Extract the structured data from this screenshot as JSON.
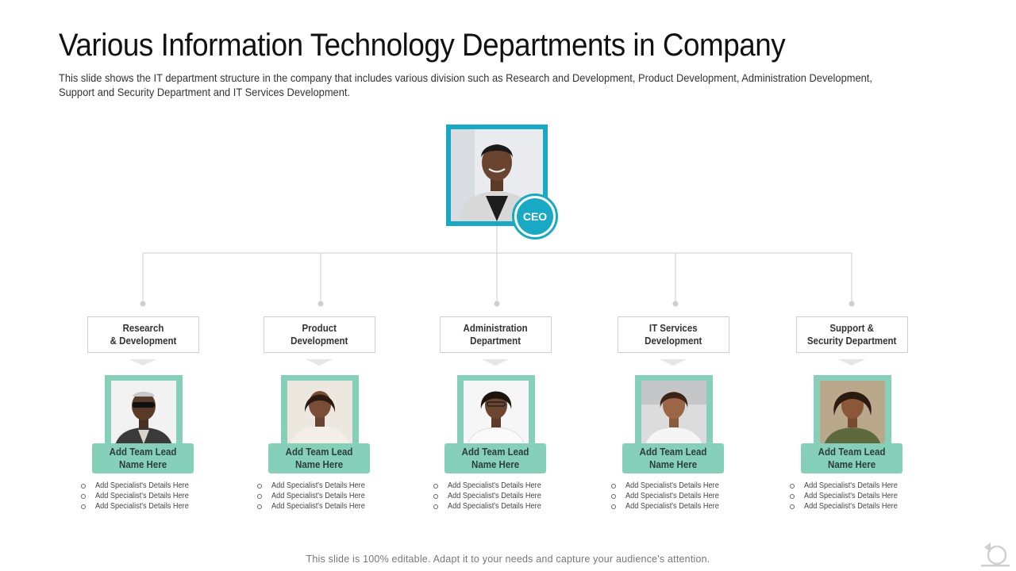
{
  "slide": {
    "title": "Various Information Technology Departments in Company",
    "subtitle": "This slide shows the IT department structure in the company that includes various division such as Research and Development, Product Development, Administration Development, Support and Security Department and IT Services Development.",
    "footer": "This slide is 100% editable. Adapt it to your needs and capture your audience's attention."
  },
  "ceo": {
    "badge": "CEO",
    "accent": "#1aa9c4"
  },
  "lead_color": "#86d0ba",
  "departments": [
    {
      "name": "Research\n& Development",
      "lead": "Add Team Lead\nName Here",
      "details": [
        "Add Specialist's Details Here",
        "Add Specialist's Details Here",
        "Add Specialist's Details Here"
      ]
    },
    {
      "name": "Product\nDevelopment",
      "lead": "Add Team Lead\nName Here",
      "details": [
        "Add Specialist's Details Here",
        "Add Specialist's Details Here",
        "Add Specialist's Details Here"
      ]
    },
    {
      "name": "Administration\nDepartment",
      "lead": "Add Team Lead\nName Here",
      "details": [
        "Add Specialist's Details Here",
        "Add Specialist's Details Here",
        "Add Specialist's Details Here"
      ]
    },
    {
      "name": "IT Services\nDevelopment",
      "lead": "Add Team Lead\nName Here",
      "details": [
        "Add Specialist's Details Here",
        "Add Specialist's Details Here",
        "Add Specialist's Details Here"
      ]
    },
    {
      "name": "Support &\nSecurity Department",
      "lead": "Add Team Lead\nName Here",
      "details": [
        "Add Specialist's Details Here",
        "Add Specialist's Details Here",
        "Add Specialist's Details Here"
      ]
    }
  ]
}
